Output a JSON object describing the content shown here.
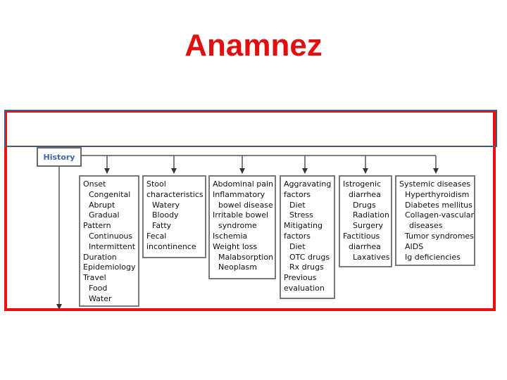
{
  "slide": {
    "title": "Anamnez"
  },
  "diagram": {
    "root": "History",
    "boxes": [
      {
        "id": "onset",
        "lines": [
          {
            "text": "Onset",
            "indent": 0
          },
          {
            "text": "Congenital",
            "indent": 1
          },
          {
            "text": "Abrupt",
            "indent": 1
          },
          {
            "text": "Gradual",
            "indent": 1
          },
          {
            "text": "Pattern",
            "indent": 0
          },
          {
            "text": "Continuous",
            "indent": 1
          },
          {
            "text": "Intermittent",
            "indent": 1
          },
          {
            "text": "Duration",
            "indent": 0
          },
          {
            "text": "Epidemiology",
            "indent": 0
          },
          {
            "text": "Travel",
            "indent": 0
          },
          {
            "text": "Food",
            "indent": 1
          },
          {
            "text": "Water",
            "indent": 1
          }
        ]
      },
      {
        "id": "stool",
        "lines": [
          {
            "text": "Stool",
            "indent": 0
          },
          {
            "text": "characteristics",
            "indent": 0
          },
          {
            "text": "Watery",
            "indent": 1
          },
          {
            "text": "Bloody",
            "indent": 1
          },
          {
            "text": "Fatty",
            "indent": 1
          },
          {
            "text": "Fecal",
            "indent": 0
          },
          {
            "text": "incontinence",
            "indent": 0
          }
        ]
      },
      {
        "id": "abdominal",
        "lines": [
          {
            "text": "Abdominal pain",
            "indent": 0
          },
          {
            "text": "Inflammatory",
            "indent": 0
          },
          {
            "text": "bowel disease",
            "indent": 1
          },
          {
            "text": "Irritable bowel",
            "indent": 0
          },
          {
            "text": "syndrome",
            "indent": 1
          },
          {
            "text": "Ischemia",
            "indent": 0
          },
          {
            "text": "Weight loss",
            "indent": 0
          },
          {
            "text": "Malabsorption",
            "indent": 1
          },
          {
            "text": "Neoplasm",
            "indent": 1
          }
        ]
      },
      {
        "id": "aggravating",
        "lines": [
          {
            "text": "Aggravating",
            "indent": 0
          },
          {
            "text": "factors",
            "indent": 0
          },
          {
            "text": "Diet",
            "indent": 1
          },
          {
            "text": "Stress",
            "indent": 1
          },
          {
            "text": "Mitigating",
            "indent": 0
          },
          {
            "text": "factors",
            "indent": 0
          },
          {
            "text": "Diet",
            "indent": 1
          },
          {
            "text": "OTC drugs",
            "indent": 1
          },
          {
            "text": "Rx drugs",
            "indent": 1
          },
          {
            "text": "Previous",
            "indent": 0
          },
          {
            "text": "evaluation",
            "indent": 0
          }
        ]
      },
      {
        "id": "iatrogenic",
        "lines": [
          {
            "text": "Istrogenic",
            "indent": 0
          },
          {
            "text": "diarrhea",
            "indent": 1
          },
          {
            "text": "Drugs",
            "indent": 2
          },
          {
            "text": "Radiation",
            "indent": 2
          },
          {
            "text": "Surgery",
            "indent": 2
          },
          {
            "text": "Factitious",
            "indent": 0
          },
          {
            "text": "diarrhea",
            "indent": 1
          },
          {
            "text": "Laxatives",
            "indent": 2
          }
        ]
      },
      {
        "id": "systemic",
        "lines": [
          {
            "text": "Systemic diseases",
            "indent": 0
          },
          {
            "text": "Hyperthyroidism",
            "indent": 1
          },
          {
            "text": "Diabetes mellitus",
            "indent": 1
          },
          {
            "text": "Collagen-vascular",
            "indent": 1
          },
          {
            "text": "diseases",
            "indent": 2
          },
          {
            "text": "Tumor syndromes",
            "indent": 1
          },
          {
            "text": "AIDS",
            "indent": 1
          },
          {
            "text": "Ig deficiencies",
            "indent": 1
          }
        ]
      }
    ]
  },
  "colors": {
    "title": "#e01010",
    "frame": "#e81010",
    "banner_border": "#3e5d7c",
    "history_text": "#3a6aa8",
    "box_border": "#7a7a7a"
  }
}
